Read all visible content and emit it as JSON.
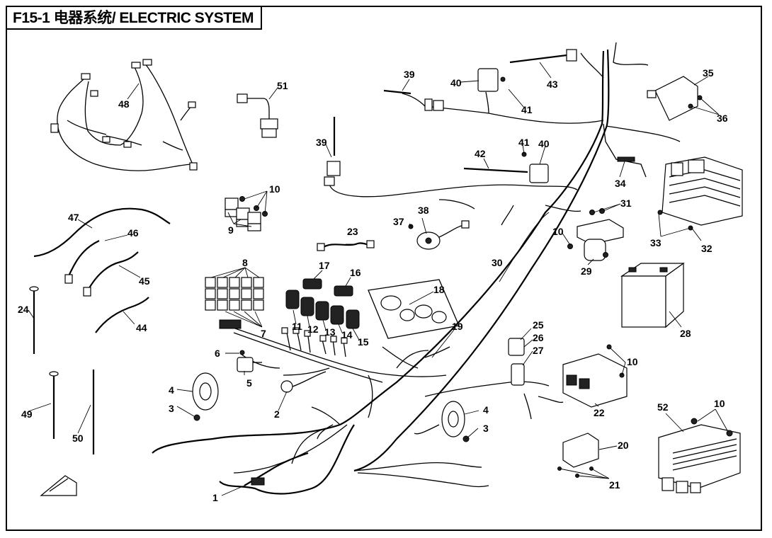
{
  "title": "F15-1 电器系统/ ELECTRIC SYSTEM",
  "labels": {
    "l1": "1",
    "l2": "2",
    "l3a": "3",
    "l3b": "3",
    "l4a": "4",
    "l4b": "4",
    "l5": "5",
    "l6": "6",
    "l7": "7",
    "l8": "8",
    "l9": "9",
    "l10a": "10",
    "l10b": "10",
    "l10c": "10",
    "l10d": "10",
    "l11": "11",
    "l12": "12",
    "l13": "13",
    "l14": "14",
    "l15": "15",
    "l16": "16",
    "l17": "17",
    "l18": "18",
    "l19": "19",
    "l20": "20",
    "l21": "21",
    "l22": "22",
    "l23": "23",
    "l24": "24",
    "l25": "25",
    "l26": "26",
    "l27": "27",
    "l28": "28",
    "l29": "29",
    "l30": "30",
    "l31": "31",
    "l32": "32",
    "l33": "33",
    "l34": "34",
    "l35": "35",
    "l36": "36",
    "l37": "37",
    "l38": "38",
    "l39a": "39",
    "l39b": "39",
    "l40a": "40",
    "l40b": "40",
    "l41a": "41",
    "l41b": "41",
    "l42": "42",
    "l43": "43",
    "l44": "44",
    "l45": "45",
    "l46": "46",
    "l47": "47",
    "l48": "48",
    "l49": "49",
    "l50": "50",
    "l51": "51",
    "l52": "52"
  }
}
